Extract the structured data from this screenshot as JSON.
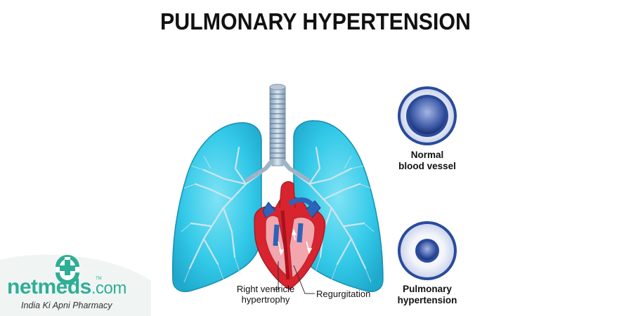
{
  "title": "PULMONARY HYPERTENSION",
  "labels": {
    "right_ventricle_line1": "Right ventricle",
    "right_ventricle_line2": "hypertrophy",
    "regurgitation": "Regurgitation",
    "normal_line1": "Normal",
    "normal_line2": "blood vessel",
    "pulmonary_line1": "Pulmonary",
    "pulmonary_line2": "hypertension"
  },
  "brand": {
    "name": "netmeds",
    "tld": ".com",
    "tagline": "India Ki Apni Pharmacy",
    "tm": "TM"
  },
  "colors": {
    "lung": "#2ec8e6",
    "lung_dark": "#1aa2c4",
    "heart": "#d8242e",
    "vessel_ring": "#2a4b9c",
    "brand": "#2fae96"
  }
}
